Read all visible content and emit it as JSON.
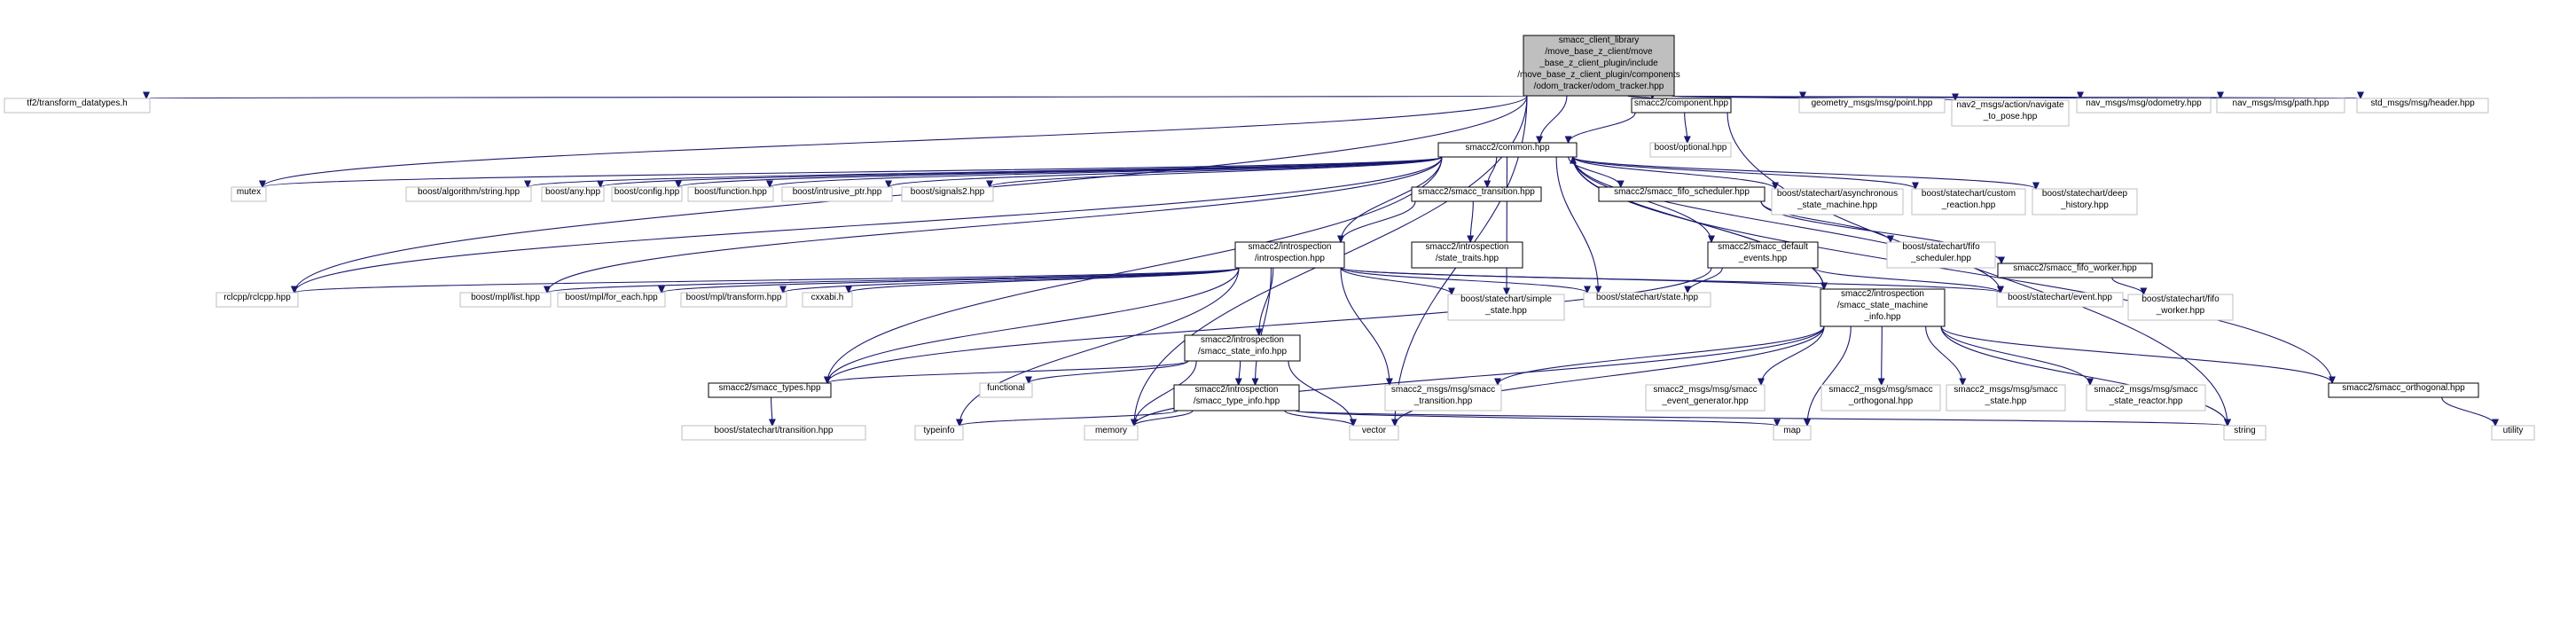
{
  "colors": {
    "edge": "#191970",
    "root_fill": "#bfbfbf",
    "local_border": "#000000",
    "external_border": "#bfbfbf",
    "background": "#ffffff"
  },
  "nodes": [
    {
      "id": "odom",
      "kind": "root",
      "lines": [
        "smacc_client_library",
        "/move_base_z_client/move",
        "_base_z_client_plugin/include",
        "/move_base_z_client_plugin/components",
        "/odom_tracker/odom_tracker.hpp"
      ]
    },
    {
      "id": "tf2",
      "kind": "external",
      "lines": [
        "tf2/transform_datatypes.h"
      ]
    },
    {
      "id": "component",
      "kind": "local",
      "lines": [
        "smacc2/component.hpp"
      ]
    },
    {
      "id": "geo_point",
      "kind": "external",
      "lines": [
        "geometry_msgs/msg/point.hpp"
      ]
    },
    {
      "id": "nav2_action",
      "kind": "external",
      "lines": [
        "nav2_msgs/action/navigate",
        "_to_pose.hpp"
      ]
    },
    {
      "id": "nav_odom",
      "kind": "external",
      "lines": [
        "nav_msgs/msg/odometry.hpp"
      ]
    },
    {
      "id": "nav_path",
      "kind": "external",
      "lines": [
        "nav_msgs/msg/path.hpp"
      ]
    },
    {
      "id": "std_header",
      "kind": "external",
      "lines": [
        "std_msgs/msg/header.hpp"
      ]
    },
    {
      "id": "optional",
      "kind": "external",
      "lines": [
        "boost/optional.hpp"
      ]
    },
    {
      "id": "common",
      "kind": "local",
      "lines": [
        "smacc2/common.hpp"
      ]
    },
    {
      "id": "mutex",
      "kind": "external",
      "lines": [
        "mutex"
      ]
    },
    {
      "id": "alg_string",
      "kind": "external",
      "lines": [
        "boost/algorithm/string.hpp"
      ]
    },
    {
      "id": "any",
      "kind": "external",
      "lines": [
        "boost/any.hpp"
      ]
    },
    {
      "id": "config",
      "kind": "external",
      "lines": [
        "boost/config.hpp"
      ]
    },
    {
      "id": "function",
      "kind": "external",
      "lines": [
        "boost/function.hpp"
      ]
    },
    {
      "id": "intrusive",
      "kind": "external",
      "lines": [
        "boost/intrusive_ptr.hpp"
      ]
    },
    {
      "id": "signals2",
      "kind": "external",
      "lines": [
        "boost/signals2.hpp"
      ]
    },
    {
      "id": "transition",
      "kind": "local",
      "lines": [
        "smacc2/smacc_transition.hpp"
      ]
    },
    {
      "id": "fifo_sched",
      "kind": "local",
      "lines": [
        "smacc2/smacc_fifo_scheduler.hpp"
      ]
    },
    {
      "id": "async_sm",
      "kind": "external",
      "lines": [
        "boost/statechart/asynchronous",
        "_state_machine.hpp"
      ]
    },
    {
      "id": "custom_reaction",
      "kind": "external",
      "lines": [
        "boost/statechart/custom",
        "_reaction.hpp"
      ]
    },
    {
      "id": "deep_history",
      "kind": "external",
      "lines": [
        "boost/statechart/deep",
        "_history.hpp"
      ]
    },
    {
      "id": "introspection",
      "kind": "local",
      "lines": [
        "smacc2/introspection",
        "/introspection.hpp"
      ]
    },
    {
      "id": "state_traits",
      "kind": "local",
      "lines": [
        "smacc2/introspection",
        "/state_traits.hpp"
      ]
    },
    {
      "id": "default_events",
      "kind": "local",
      "lines": [
        "smacc2/smacc_default",
        "_events.hpp"
      ]
    },
    {
      "id": "fifo_scheduler_sc",
      "kind": "external",
      "lines": [
        "boost/statechart/fifo",
        "_scheduler.hpp"
      ]
    },
    {
      "id": "fifo_worker",
      "kind": "local",
      "lines": [
        "smacc2/smacc_fifo_worker.hpp"
      ]
    },
    {
      "id": "rclcpp",
      "kind": "external",
      "lines": [
        "rclcpp/rclcpp.hpp"
      ]
    },
    {
      "id": "mpl_list",
      "kind": "external",
      "lines": [
        "boost/mpl/list.hpp"
      ]
    },
    {
      "id": "for_each",
      "kind": "external",
      "lines": [
        "boost/mpl/for_each.hpp"
      ]
    },
    {
      "id": "mpl_transform",
      "kind": "external",
      "lines": [
        "boost/mpl/transform.hpp"
      ]
    },
    {
      "id": "cxxabi",
      "kind": "external",
      "lines": [
        "cxxabi.h"
      ]
    },
    {
      "id": "simple_state",
      "kind": "external",
      "lines": [
        "boost/statechart/simple",
        "_state.hpp"
      ]
    },
    {
      "id": "sc_state",
      "kind": "external",
      "lines": [
        "boost/statechart/state.hpp"
      ]
    },
    {
      "id": "sm_info",
      "kind": "local",
      "lines": [
        "smacc2/introspection",
        "/smacc_state_machine",
        "_info.hpp"
      ]
    },
    {
      "id": "sc_event",
      "kind": "external",
      "lines": [
        "boost/statechart/event.hpp"
      ]
    },
    {
      "id": "fifo_worker_sc",
      "kind": "external",
      "lines": [
        "boost/statechart/fifo",
        "_worker.hpp"
      ]
    },
    {
      "id": "state_info",
      "kind": "local",
      "lines": [
        "smacc2/introspection",
        "/smacc_state_info.hpp"
      ]
    },
    {
      "id": "types",
      "kind": "local",
      "lines": [
        "smacc2/smacc_types.hpp"
      ]
    },
    {
      "id": "functional",
      "kind": "external",
      "lines": [
        "functional"
      ]
    },
    {
      "id": "type_info",
      "kind": "local",
      "lines": [
        "smacc2/introspection",
        "/smacc_type_info.hpp"
      ]
    },
    {
      "id": "msg_transition",
      "kind": "external",
      "lines": [
        "smacc2_msgs/msg/smacc",
        "_transition.hpp"
      ]
    },
    {
      "id": "msg_event_gen",
      "kind": "external",
      "lines": [
        "smacc2_msgs/msg/smacc",
        "_event_generator.hpp"
      ]
    },
    {
      "id": "msg_orthogonal",
      "kind": "external",
      "lines": [
        "smacc2_msgs/msg/smacc",
        "_orthogonal.hpp"
      ]
    },
    {
      "id": "msg_state",
      "kind": "external",
      "lines": [
        "smacc2_msgs/msg/smacc",
        "_state.hpp"
      ]
    },
    {
      "id": "msg_state_reactor",
      "kind": "external",
      "lines": [
        "smacc2_msgs/msg/smacc",
        "_state_reactor.hpp"
      ]
    },
    {
      "id": "orthogonal",
      "kind": "local",
      "lines": [
        "smacc2/smacc_orthogonal.hpp"
      ]
    },
    {
      "id": "sc_transition",
      "kind": "external",
      "lines": [
        "boost/statechart/transition.hpp"
      ]
    },
    {
      "id": "typeinfo",
      "kind": "external",
      "lines": [
        "typeinfo"
      ]
    },
    {
      "id": "memory",
      "kind": "external",
      "lines": [
        "memory"
      ]
    },
    {
      "id": "vector",
      "kind": "external",
      "lines": [
        "vector"
      ]
    },
    {
      "id": "map",
      "kind": "external",
      "lines": [
        "map"
      ]
    },
    {
      "id": "string",
      "kind": "external",
      "lines": [
        "string"
      ]
    },
    {
      "id": "utility",
      "kind": "external",
      "lines": [
        "utility"
      ]
    }
  ],
  "edges": [
    [
      "odom",
      "tf2"
    ],
    [
      "odom",
      "component"
    ],
    [
      "odom",
      "geo_point"
    ],
    [
      "odom",
      "nav2_action"
    ],
    [
      "odom",
      "nav_odom"
    ],
    [
      "odom",
      "nav_path"
    ],
    [
      "odom",
      "std_header"
    ],
    [
      "odom",
      "common"
    ],
    [
      "odom",
      "mutex"
    ],
    [
      "odom",
      "rclcpp"
    ],
    [
      "odom",
      "memory"
    ],
    [
      "odom",
      "vector"
    ],
    [
      "component",
      "common"
    ],
    [
      "component",
      "optional"
    ],
    [
      "component",
      "string"
    ],
    [
      "common",
      "mutex"
    ],
    [
      "common",
      "alg_string"
    ],
    [
      "common",
      "any"
    ],
    [
      "common",
      "config"
    ],
    [
      "common",
      "function"
    ],
    [
      "common",
      "intrusive"
    ],
    [
      "common",
      "signals2"
    ],
    [
      "common",
      "transition"
    ],
    [
      "common",
      "fifo_sched"
    ],
    [
      "common",
      "async_sm"
    ],
    [
      "common",
      "custom_reaction"
    ],
    [
      "common",
      "deep_history"
    ],
    [
      "common",
      "introspection"
    ],
    [
      "common",
      "default_events"
    ],
    [
      "common",
      "rclcpp"
    ],
    [
      "common",
      "mpl_list"
    ],
    [
      "common",
      "types"
    ],
    [
      "common",
      "simple_state"
    ],
    [
      "common",
      "sc_state"
    ],
    [
      "common",
      "sc_event"
    ],
    [
      "common",
      "sm_info"
    ],
    [
      "transition",
      "introspection"
    ],
    [
      "transition",
      "state_traits"
    ],
    [
      "fifo_sched",
      "fifo_scheduler_sc"
    ],
    [
      "fifo_sched",
      "fifo_worker"
    ],
    [
      "fifo_worker",
      "fifo_worker_sc"
    ],
    [
      "default_events",
      "sc_state"
    ],
    [
      "default_events",
      "sc_event"
    ],
    [
      "default_events",
      "types"
    ],
    [
      "introspection",
      "rclcpp"
    ],
    [
      "introspection",
      "mpl_list"
    ],
    [
      "introspection",
      "for_each"
    ],
    [
      "introspection",
      "mpl_transform"
    ],
    [
      "introspection",
      "cxxabi"
    ],
    [
      "introspection",
      "simple_state"
    ],
    [
      "introspection",
      "sc_state"
    ],
    [
      "introspection",
      "sm_info"
    ],
    [
      "introspection",
      "sc_event"
    ],
    [
      "introspection",
      "state_info"
    ],
    [
      "introspection",
      "types"
    ],
    [
      "introspection",
      "type_info"
    ],
    [
      "introspection",
      "msg_transition"
    ],
    [
      "introspection",
      "typeinfo"
    ],
    [
      "sm_info",
      "common"
    ],
    [
      "sm_info",
      "msg_transition"
    ],
    [
      "sm_info",
      "msg_event_gen"
    ],
    [
      "sm_info",
      "msg_orthogonal"
    ],
    [
      "sm_info",
      "msg_state"
    ],
    [
      "sm_info",
      "msg_state_reactor"
    ],
    [
      "sm_info",
      "orthogonal"
    ],
    [
      "sm_info",
      "memory"
    ],
    [
      "sm_info",
      "vector"
    ],
    [
      "sm_info",
      "map"
    ],
    [
      "sm_info",
      "string"
    ],
    [
      "state_info",
      "types"
    ],
    [
      "state_info",
      "functional"
    ],
    [
      "state_info",
      "type_info"
    ],
    [
      "state_info",
      "memory"
    ],
    [
      "state_info",
      "vector"
    ],
    [
      "type_info",
      "typeinfo"
    ],
    [
      "type_info",
      "memory"
    ],
    [
      "type_info",
      "vector"
    ],
    [
      "type_info",
      "map"
    ],
    [
      "type_info",
      "string"
    ],
    [
      "types",
      "sc_transition"
    ],
    [
      "orthogonal",
      "common"
    ],
    [
      "orthogonal",
      "utility"
    ]
  ]
}
